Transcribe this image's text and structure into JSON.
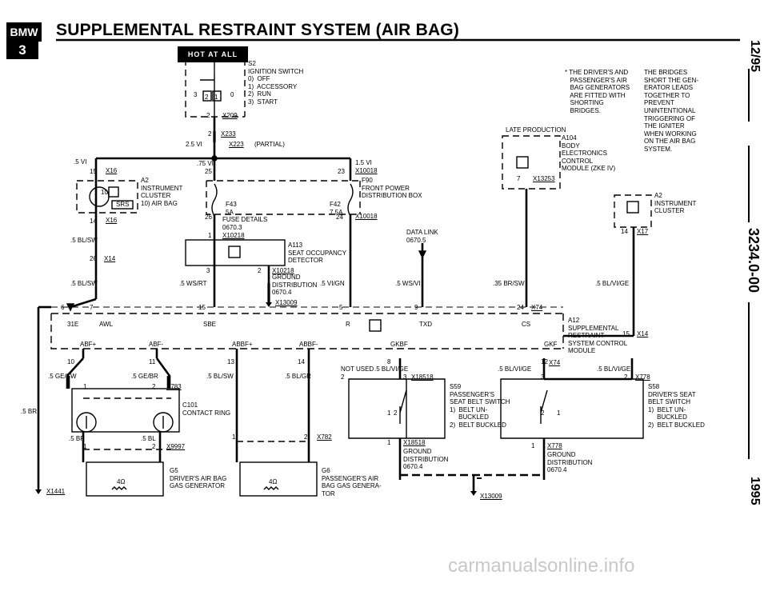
{
  "header": {
    "logo_top": "BMW",
    "logo_bottom": "3",
    "title": "SUPPLEMENTAL RESTRAINT SYSTEM (AIR BAG)",
    "hot_label": "HOT AT ALL TIMES"
  },
  "margin": {
    "date": "12/95",
    "doc_number": "3234.0-00",
    "year": "1995"
  },
  "notes": {
    "footnote": "* THE DRIVER'S AND\n   PASSENGER'S AIR\n   BAG GENERATORS\n   ARE FITTED WITH\n   SHORTING\n   BRIDGES.",
    "bridges": "THE BRIDGES\nSHORT THE GEN-\nERATOR LEADS\nTOGETHER TO\nPREVENT\nUNINTENTIONAL\nTRIGGERING OF\nTHE IGNITER\nWHEN WORKING\nON THE AIR BAG\nSYSTEM.",
    "late_production": "LATE PRODUCTION"
  },
  "components": {
    "s2": "S2\nIGNITION SWITCH\n0)  OFF\n1)  ACCESSORY\n2)  RUN\n3)  START",
    "a2_left": "A2\nINSTRUMENT\nCLUSTER\n10) AIR BAG",
    "srs": "SRS",
    "f90": "F90\nFRONT POWER\nDISTRIBUTION BOX",
    "fuse_details": "FUSE DETAILS\n0670.3",
    "a113": "A113\nSEAT OCCUPANCY\nDETECTOR",
    "ground_x10218": "GROUND\nDISTRIBUTION\n0670.4",
    "data_link": "DATA LINK\n0670.5",
    "a104": "A104\nBODY\nELECTRONICS\nCONTROL\nMODULE (ZKE IV)",
    "a2_right": "A2\nINSTRUMENT\nCLUSTER",
    "a12": "A12\nSUPPLEMENTAL\nRESTRAINT\nSYSTEM CONTROL\nMODULE",
    "c101": "C101\nCONTACT RING",
    "g5": "G5\nDRIVER'S AIR BAG\nGAS GENERATOR",
    "g6": "G6\nPASSENGER'S AIR\nBAG GAS GENERA-\nTOR",
    "s59": "S59\nPASSENGER'S\nSEAT BELT SWITCH\n1)  BELT UN-\n     BUCKLED\n2)  BELT BUCKLED",
    "s58": "S58\nDRIVER'S SEAT\nBELT SWITCH\n1)  BELT UN-\n     BUCKLED\n2)  BELT BUCKLED",
    "ground_x18518": "GROUND\nDISTRIBUTION\n0670.4",
    "ground_x778": "GROUND\nDISTRIBUTION\n0670.4",
    "not_used": "NOT USED",
    "f43": "F43\n5A",
    "f42": "F42\n7.5A",
    "resistor": "4Ω"
  },
  "connectors": {
    "x209": "X209",
    "x233": "X233",
    "x223": "X223",
    "partial": "(PARTIAL)",
    "x16a": "X16",
    "x16b": "X16",
    "x10018a": "X10018",
    "x10018b": "X10018",
    "x10218a": "X10218",
    "x10218b": "X10218",
    "x14a": "X14",
    "x14b": "X14",
    "x13009a": "X13009",
    "x13009b": "X13009",
    "x13253": "X13253",
    "x17": "X17",
    "x74a": "X74",
    "x74b": "X74",
    "x783": "X783",
    "x9997": "X9997",
    "x782": "X782",
    "x18518a": "X18518",
    "x18518b": "X18518",
    "x778a": "X778",
    "x778b": "X778",
    "x1441": "X1441"
  },
  "wires": {
    "w1": "2.5 VI",
    "w2": ".5 VI",
    "w3": ".75 VI",
    "w4": "1.5 VI",
    "w5": ".5 BL/SW",
    "w6": ".5 BL/SW",
    "w7": ".5 WS/RT",
    "w8": ".5 VI/GN",
    "w9": ".5 WS/VI",
    "w10": ".35 BR/SW",
    "w11": ".5 BL/VI/GE",
    "w12": ".5 GE/SW",
    "w13": ".5 GE/BR",
    "w14": ".5 BL/SW",
    "w15": ".5 BL/GR",
    "w16": ".5 BL/VI/GE",
    "w17": ".5 BL/VI/GE",
    "w18": ".5 BL/VI/GE",
    "w19": ".5 BR",
    "w20": ".5 BR",
    "w21": ".5 BL"
  },
  "pins": {
    "p31e": "31E",
    "pawl": "AWL",
    "psbe": "SBE",
    "pr": "R",
    "ptxd": "TXD",
    "pcs": "CS",
    "pabf1": "ABF+",
    "pabf2": "ABF-",
    "pabbf1": "ABBF+",
    "pabbf2": "ABBF-",
    "pgkbf": "GKBF",
    "pgkf": "GKF"
  },
  "labels": {
    "n2a": "2",
    "n2b": "2",
    "n15": "15",
    "n25": "25",
    "n23": "23",
    "n26": "26",
    "n24": "24",
    "n1": "1",
    "n10": "10",
    "n14": "14",
    "n3": "3",
    "n2c": "2",
    "n26b": "26",
    "n15b": "15",
    "n5": "5",
    "n9": "9",
    "n24b": "24",
    "n6": "6",
    "n7": "7",
    "n7b": "7",
    "n14b": "14",
    "n15c": "15",
    "n10b": "10",
    "n11": "11",
    "n13": "13",
    "n14c": "14",
    "n8": "8",
    "n2d": "2",
    "n3b": "3",
    "n12": "12",
    "n3c": "3",
    "n2e": "2",
    "n1b": "1",
    "n2f": "2",
    "n1c": "1",
    "n2g": "2",
    "n1d": "1",
    "n2h": "2",
    "n1e": "1",
    "n2i": "2",
    "n1f": "1",
    "n1g": "1",
    "n2j": "2",
    "n1h": "1",
    "n3d": "3",
    "n0": "0",
    "n2k": "2",
    "n1i": "1"
  }
}
